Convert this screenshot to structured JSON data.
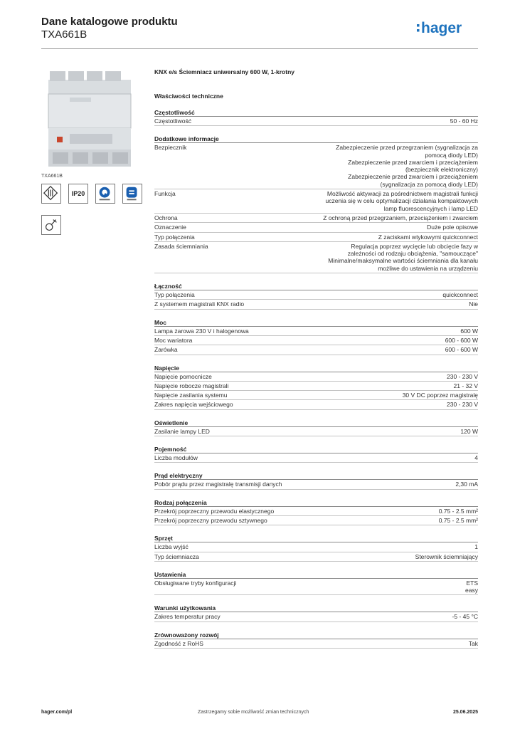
{
  "header": {
    "title": "Dane katalogowe produktu",
    "subtitle": "TXA661B",
    "logo_text": ":hager",
    "brand_color": "#1e73be"
  },
  "sidebar": {
    "image_caption": "TXA661B",
    "icons": [
      {
        "name": "ce-knx-icon",
        "label": ""
      },
      {
        "name": "ip20-icon",
        "label": "IP20"
      },
      {
        "name": "quality-icon",
        "label": ""
      },
      {
        "name": "eco-icon",
        "label": ""
      },
      {
        "name": "install-icon",
        "label": ""
      }
    ]
  },
  "main": {
    "product_description": "KNX e/s Ściemniacz uniwersalny 600 W, 1-krotny",
    "tech_title": "Właściwości techniczne",
    "groups": [
      {
        "title": "Częstotliwość",
        "rows": [
          {
            "k": "Częstotliwość",
            "v": [
              "50 - 60 Hz"
            ]
          }
        ]
      },
      {
        "title": "Dodatkowe informacje",
        "rows": [
          {
            "k": "Bezpiecznik",
            "v": [
              "Zabezpieczenie przed przegrzaniem (sygnalizacja za",
              "pomocą diody LED)",
              "Zabezpieczenie przed zwarciem i przeciążeniem",
              "(bezpiecznik elektroniczny)",
              "Zabezpieczenie przed zwarciem i przeciążeniem",
              "(sygnalizacja za pomocą diody LED)"
            ]
          },
          {
            "k": "Funkcja",
            "v": [
              "Możliwość aktywacji za pośrednictwem magistrali funkcji",
              "uczenia się w celu optymalizacji działania kompaktowych",
              "lamp fluorescencyjnych i lamp LED"
            ]
          },
          {
            "k": "Ochrona",
            "v": [
              "Z ochroną przed przegrzaniem, przeciążeniem i zwarciem"
            ]
          },
          {
            "k": "Oznaczenie",
            "v": [
              "Duże pole opisowe"
            ]
          },
          {
            "k": "Typ połączenia",
            "v": [
              "Z zaciskami wtykowymi quickconnect"
            ]
          },
          {
            "k": "Zasada ściemniania",
            "v": [
              "Regulacja poprzez wycięcie lub obcięcie  fazy w",
              "zależności od rodzaju obciążenia, \"samouczące\"",
              "Minimalne/maksymalne wartości ściemniania dla kanału",
              "możliwe do ustawienia na urządzeniu"
            ]
          }
        ]
      },
      {
        "title": "Łączność",
        "rows": [
          {
            "k": "Typ połączenia",
            "v": [
              "quickconnect"
            ]
          },
          {
            "k": "Z systemem magistrali KNX radio",
            "v": [
              "Nie"
            ]
          }
        ]
      },
      {
        "title": "Moc",
        "rows": [
          {
            "k": "Lampa żarowa 230 V i halogenowa",
            "v": [
              "600 W"
            ]
          },
          {
            "k": "Moc wariatora",
            "v": [
              "600 - 600 W"
            ]
          },
          {
            "k": "Żarówka",
            "v": [
              "600 - 600 W"
            ]
          }
        ]
      },
      {
        "title": "Napięcie",
        "rows": [
          {
            "k": "Napięcie pomocnicze",
            "v": [
              "230 - 230 V"
            ]
          },
          {
            "k": "Napięcie robocze magistrali",
            "v": [
              "21 - 32 V"
            ]
          },
          {
            "k": "Napięcie zasilania systemu",
            "v": [
              "30 V DC poprzez magistralę"
            ]
          },
          {
            "k": "Zakres napięcia wejściowego",
            "v": [
              "230 - 230 V"
            ]
          }
        ]
      },
      {
        "title": "Oświetlenie",
        "rows": [
          {
            "k": "Zasilanie lampy LED",
            "v": [
              "120 W"
            ]
          }
        ]
      },
      {
        "title": "Pojemność",
        "rows": [
          {
            "k": "Liczba modułów",
            "v": [
              "4"
            ]
          }
        ]
      },
      {
        "title": "Prąd elektryczny",
        "rows": [
          {
            "k": "Pobór prądu przez magistralę transmisji danych",
            "v": [
              "2,30 mA"
            ]
          }
        ]
      },
      {
        "title": "Rodzaj połączenia",
        "rows": [
          {
            "k": "Przekrój poprzeczny przewodu elastycznego",
            "v": [
              "0.75 - 2.5 mm²"
            ]
          },
          {
            "k": "Przekrój poprzeczny przewodu sztywnego",
            "v": [
              "0.75 - 2.5 mm²"
            ]
          }
        ]
      },
      {
        "title": "Sprzęt",
        "rows": [
          {
            "k": "Liczba wyjść",
            "v": [
              "1"
            ]
          },
          {
            "k": "Typ ściemniacza",
            "v": [
              "Sterownik ściemniający"
            ]
          }
        ]
      },
      {
        "title": "Ustawienia",
        "rows": [
          {
            "k": "Obsługiwane tryby konfiguracji",
            "v": [
              "ETS",
              "easy"
            ]
          }
        ]
      },
      {
        "title": "Warunki użytkowania",
        "rows": [
          {
            "k": "Zakres temperatur pracy",
            "v": [
              "-5 - 45 °C"
            ]
          }
        ]
      },
      {
        "title": "Zrównoważony rozwój",
        "rows": [
          {
            "k": "Zgodność z RoHS",
            "v": [
              "Tak"
            ]
          }
        ]
      }
    ]
  },
  "footer": {
    "left": "hager.com/pl",
    "center": "Zastrzegamy sobie możliwość zmian technicznych",
    "right": "25.06.2025"
  }
}
